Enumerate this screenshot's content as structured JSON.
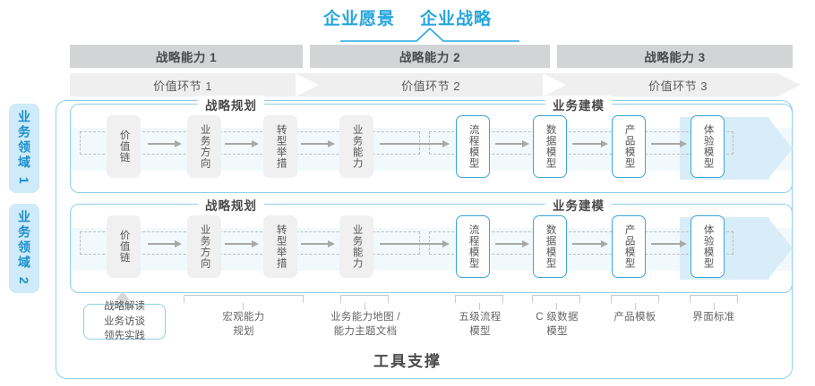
{
  "titles": {
    "vision": "企业愿景",
    "strategy": "企业战略",
    "tool_support": "工具支撑"
  },
  "capabilities": [
    {
      "label": "战略能力 1"
    },
    {
      "label": "战略能力 2"
    },
    {
      "label": "战略能力 3"
    }
  ],
  "value_links": [
    {
      "label": "价值环节 1"
    },
    {
      "label": "价值环节 2"
    },
    {
      "label": "价值环节 3"
    }
  ],
  "domains": [
    {
      "label": "业务领域 1"
    },
    {
      "label": "业务领域 2"
    }
  ],
  "sections": {
    "planning": "战略规划",
    "modeling": "业务建模"
  },
  "nodes": {
    "planning": [
      {
        "label": "价值链",
        "style": "gray"
      },
      {
        "label": "业务方向",
        "style": "gray"
      },
      {
        "label": "转型举措",
        "style": "gray"
      },
      {
        "label": "业务能力",
        "style": "gray"
      }
    ],
    "modeling": [
      {
        "label": "流程模型",
        "style": "blue"
      },
      {
        "label": "数据模型",
        "style": "blue"
      },
      {
        "label": "产品模型",
        "style": "blue"
      },
      {
        "label": "体验模型",
        "style": "blue"
      }
    ]
  },
  "tools": [
    {
      "label": "战略解读\n业务访谈\n领先实践",
      "boxed": true
    },
    {
      "label": "宏观能力\n规划",
      "boxed": false
    },
    {
      "label": "业务能力地图 /\n能力主题文档",
      "boxed": false
    },
    {
      "label": "五级流程\n模型",
      "boxed": false
    },
    {
      "label": "C 级数据\n模型",
      "boxed": false
    },
    {
      "label": "产品模板",
      "boxed": false
    },
    {
      "label": "界面标准",
      "boxed": false
    }
  ],
  "colors": {
    "accent_blue": "#27a6de",
    "node_blue_border": "#3ba5d8",
    "band_blue": "#f2f9fd",
    "big_arrow": "#d9edf8",
    "cap_bar": "#d2d4d5",
    "value_bar": "#efefef",
    "domain_tab": "#cfeaf8"
  }
}
